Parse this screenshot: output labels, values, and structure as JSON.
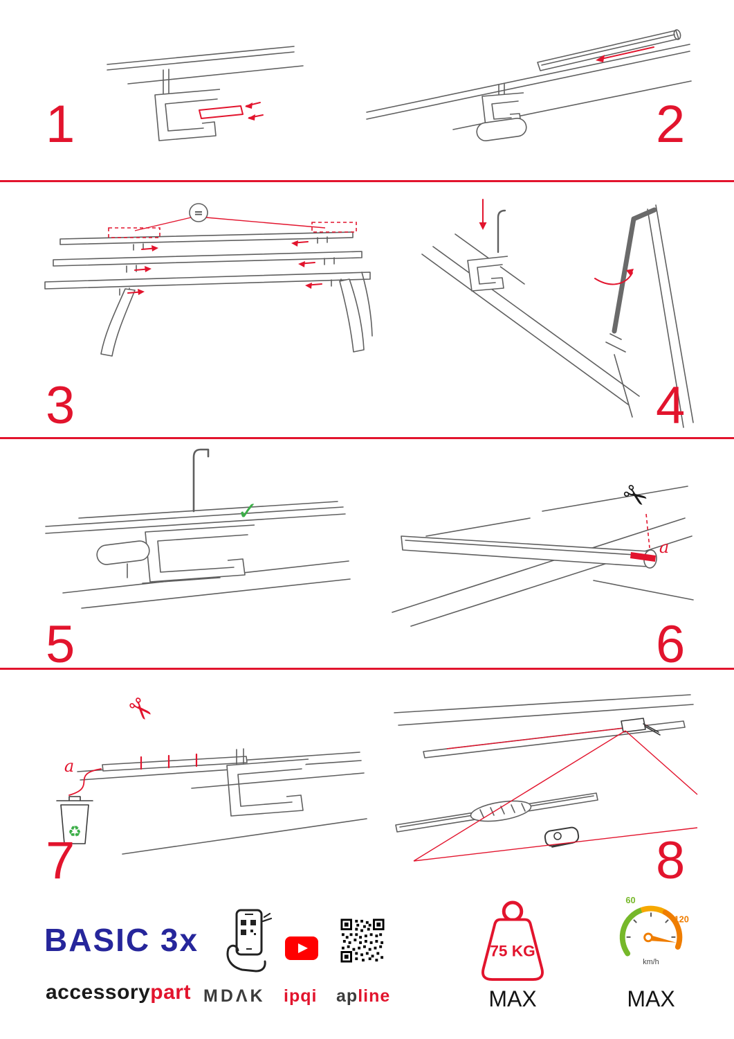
{
  "steps": [
    {
      "number": "1"
    },
    {
      "number": "2"
    },
    {
      "number": "3"
    },
    {
      "number": "4"
    },
    {
      "number": "5"
    },
    {
      "number": "6"
    },
    {
      "number": "7"
    },
    {
      "number": "8"
    }
  ],
  "annotations": {
    "equal": "=",
    "step6_a": "a",
    "step7_a": "a"
  },
  "icons": {
    "scissors": "✂",
    "recycle": "♻",
    "check": "✓"
  },
  "colors": {
    "accent_red": "#e2142d",
    "line_gray": "#5f5f5f",
    "brand_navy": "#26269b",
    "check_green": "#3dae49",
    "youtube_red": "#ff0000",
    "gauge_green": "#76b82a",
    "gauge_yellow": "#f6a800",
    "gauge_orange": "#ef7d00"
  },
  "footer": {
    "product": "BASIC 3x",
    "brand_left": "accessory",
    "brand_right": "part",
    "mdak": "MDΛK",
    "ipqi": "ipqi",
    "apline_left": "ap",
    "apline_right": "line",
    "weight_value": "75 KG",
    "weight_max": "MAX",
    "speed_min": "60",
    "speed_max_value": "120",
    "speed_unit": "km/h",
    "speed_max": "MAX"
  }
}
